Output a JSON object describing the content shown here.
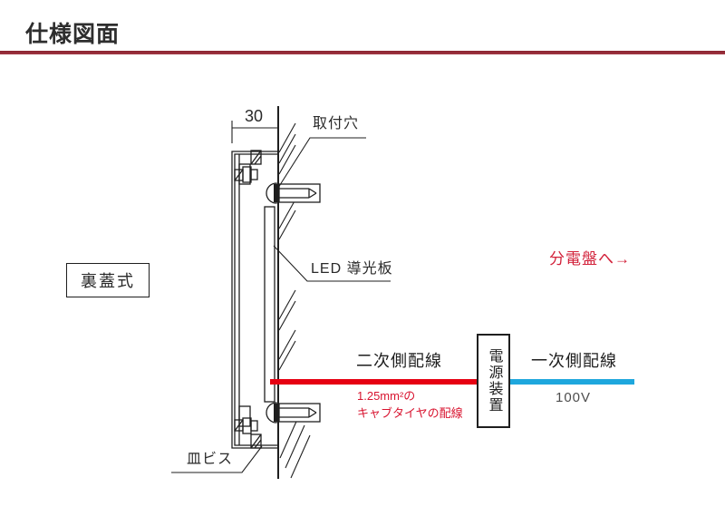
{
  "header": {
    "title": "仕様図面"
  },
  "diagram": {
    "model_type": "裏蓋式",
    "depth_dimension": "30",
    "mounting_hole_label": "取付穴",
    "led_plate_label": "LED 導光板",
    "countersunk_screw_label": "皿ビス"
  },
  "wiring": {
    "secondary_label": "二次側配線",
    "secondary_cable_note_line1": "1.25mm²の",
    "secondary_cable_note_line2": "キャブタイヤの配線",
    "power_unit_label": "電源装置",
    "primary_label": "一次側配線",
    "primary_voltage": "100V",
    "distribution_board_note": "分電盤へ→"
  },
  "colors": {
    "accent_rule": "#9c2b35",
    "secondary_wire": "#e60012",
    "primary_wire": "#1ea7dd",
    "red_text": "#d8132f",
    "line_ink": "#1f1f1f"
  }
}
